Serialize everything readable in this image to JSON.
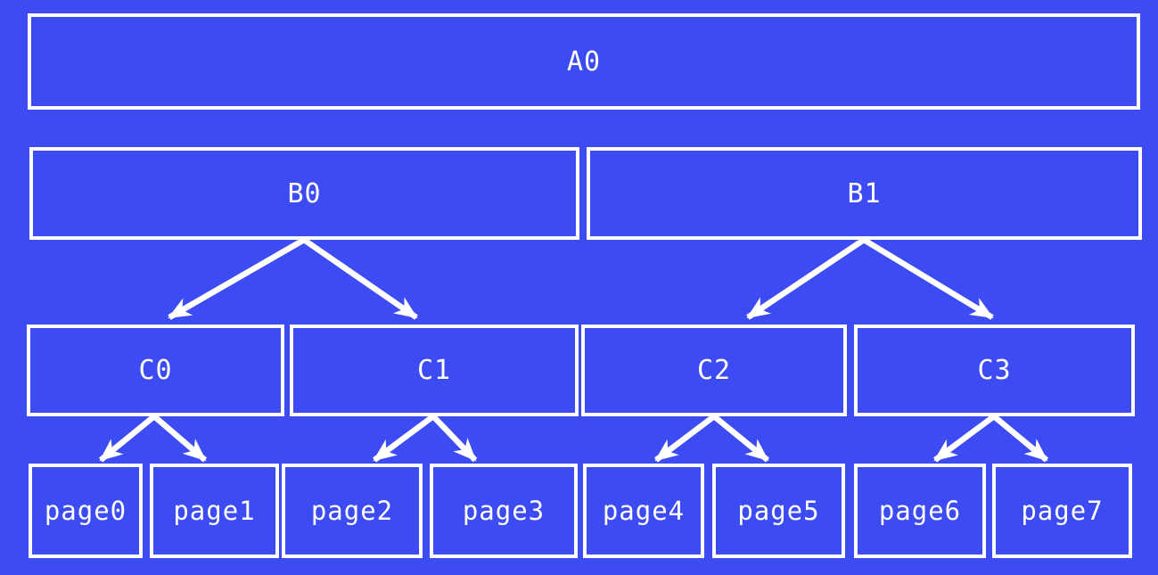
{
  "colors": {
    "background": "#3d4bf2",
    "box": "#3d4bf2",
    "line": "#ffffff",
    "text": "#ffffff"
  },
  "nodes": {
    "a0": {
      "label": "A0"
    },
    "b0": {
      "label": "B0"
    },
    "b1": {
      "label": "B1"
    },
    "c0": {
      "label": "C0"
    },
    "c1": {
      "label": "C1"
    },
    "c2": {
      "label": "C2"
    },
    "c3": {
      "label": "C3"
    },
    "page0": {
      "label": "page0"
    },
    "page1": {
      "label": "page1"
    },
    "page2": {
      "label": "page2"
    },
    "page3": {
      "label": "page3"
    },
    "page4": {
      "label": "page4"
    },
    "page5": {
      "label": "page5"
    },
    "page6": {
      "label": "page6"
    },
    "page7": {
      "label": "page7"
    }
  },
  "edges": [
    {
      "from": "B0",
      "to": "C0"
    },
    {
      "from": "B0",
      "to": "C1"
    },
    {
      "from": "B1",
      "to": "C2"
    },
    {
      "from": "B1",
      "to": "C3"
    },
    {
      "from": "C0",
      "to": "page0"
    },
    {
      "from": "C0",
      "to": "page1"
    },
    {
      "from": "C1",
      "to": "page2"
    },
    {
      "from": "C1",
      "to": "page3"
    },
    {
      "from": "C2",
      "to": "page4"
    },
    {
      "from": "C2",
      "to": "page5"
    },
    {
      "from": "C3",
      "to": "page6"
    },
    {
      "from": "C3",
      "to": "page7"
    }
  ]
}
